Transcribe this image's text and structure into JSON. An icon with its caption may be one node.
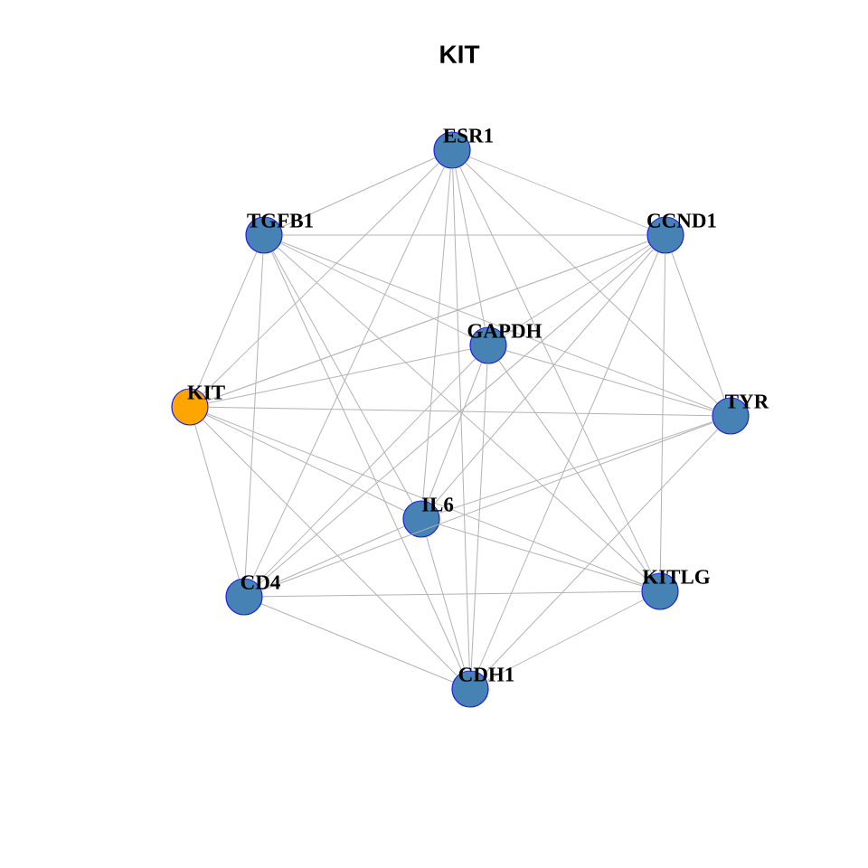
{
  "diagram": {
    "title": "KIT",
    "nodes": [
      {
        "text": [
          "ESR1"
        ]
      },
      {
        "text": [
          "TGFB1"
        ]
      },
      {
        "text": [
          "CCND1"
        ]
      },
      {
        "text": [
          "GAPDH"
        ]
      },
      {
        "text": [
          "KIT"
        ]
      },
      {
        "text": [
          "TYR"
        ]
      },
      {
        "text": [
          "IL6"
        ]
      },
      {
        "text": [
          "CD4"
        ]
      },
      {
        "text": [
          "KITLG"
        ]
      },
      {
        "text": [
          "CDH1"
        ]
      }
    ],
    "edges": [
      {
        "from": 0,
        "to": 1,
        "arrow": "none"
      },
      {
        "from": 0,
        "to": 2,
        "arrow": "none"
      },
      {
        "from": 0,
        "to": 3,
        "arrow": "none"
      },
      {
        "from": 0,
        "to": 4,
        "arrow": "none"
      },
      {
        "from": 0,
        "to": 5,
        "arrow": "none"
      },
      {
        "from": 0,
        "to": 6,
        "arrow": "none"
      },
      {
        "from": 0,
        "to": 7,
        "arrow": "none"
      },
      {
        "from": 0,
        "to": 8,
        "arrow": "none"
      },
      {
        "from": 0,
        "to": 9,
        "arrow": "none"
      },
      {
        "from": 1,
        "to": 2,
        "arrow": "none"
      },
      {
        "from": 1,
        "to": 3,
        "arrow": "none"
      },
      {
        "from": 1,
        "to": 4,
        "arrow": "none"
      },
      {
        "from": 1,
        "to": 5,
        "arrow": "none"
      },
      {
        "from": 1,
        "to": 6,
        "arrow": "none"
      },
      {
        "from": 1,
        "to": 7,
        "arrow": "none"
      },
      {
        "from": 1,
        "to": 8,
        "arrow": "none"
      },
      {
        "from": 1,
        "to": 9,
        "arrow": "none"
      },
      {
        "from": 2,
        "to": 3,
        "arrow": "none"
      },
      {
        "from": 2,
        "to": 4,
        "arrow": "none"
      },
      {
        "from": 2,
        "to": 5,
        "arrow": "none"
      },
      {
        "from": 2,
        "to": 6,
        "arrow": "none"
      },
      {
        "from": 2,
        "to": 7,
        "arrow": "none"
      },
      {
        "from": 2,
        "to": 8,
        "arrow": "none"
      },
      {
        "from": 2,
        "to": 9,
        "arrow": "none"
      },
      {
        "from": 3,
        "to": 4,
        "arrow": "none"
      },
      {
        "from": 3,
        "to": 5,
        "arrow": "none"
      },
      {
        "from": 3,
        "to": 6,
        "arrow": "none"
      },
      {
        "from": 3,
        "to": 7,
        "arrow": "none"
      },
      {
        "from": 3,
        "to": 8,
        "arrow": "none"
      },
      {
        "from": 3,
        "to": 9,
        "arrow": "none"
      },
      {
        "from": 4,
        "to": 5,
        "arrow": "none"
      },
      {
        "from": 4,
        "to": 6,
        "arrow": "none"
      },
      {
        "from": 4,
        "to": 7,
        "arrow": "none"
      },
      {
        "from": 4,
        "to": 8,
        "arrow": "none"
      },
      {
        "from": 4,
        "to": 9,
        "arrow": "none"
      },
      {
        "from": 5,
        "to": 6,
        "arrow": "none"
      },
      {
        "from": 5,
        "to": 7,
        "arrow": "none"
      },
      {
        "from": 5,
        "to": 9,
        "arrow": "none"
      },
      {
        "from": 6,
        "to": 7,
        "arrow": "none"
      },
      {
        "from": 6,
        "to": 8,
        "arrow": "none"
      },
      {
        "from": 6,
        "to": 9,
        "arrow": "none"
      },
      {
        "from": 7,
        "to": 8,
        "arrow": "none"
      },
      {
        "from": 7,
        "to": 9,
        "arrow": "none"
      },
      {
        "from": 8,
        "to": 9,
        "arrow": "none"
      }
    ]
  }
}
